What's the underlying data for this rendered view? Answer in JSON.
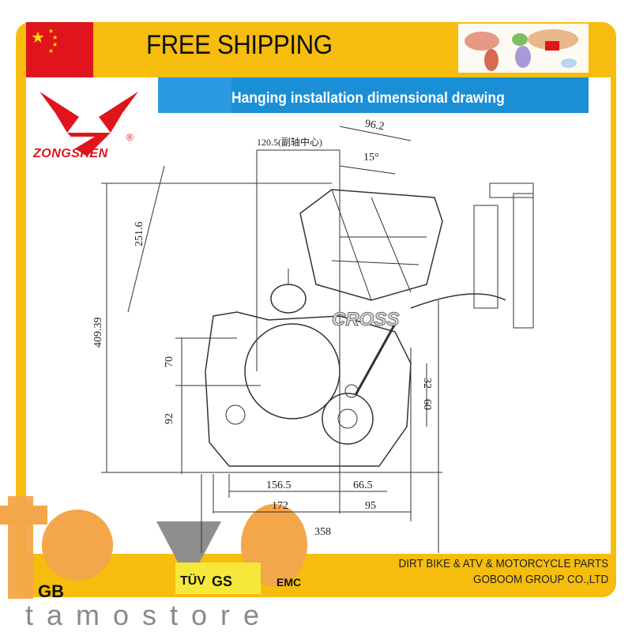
{
  "header": {
    "title": "FREE SHIPPING",
    "flag_icon": "china-flag-icon",
    "map_icon": "world-map-icon"
  },
  "banner": {
    "title": "Hanging installation dimensional drawing"
  },
  "brand": {
    "name": "ZONGSHEN",
    "registered": "®",
    "color": "#e0141c"
  },
  "drawing": {
    "dimensions": {
      "d120": "120.5(副轴中心)",
      "d96": "96.2",
      "angle": "15°",
      "d251": "251.6",
      "d409": "409.39",
      "d70": "70",
      "d92": "92",
      "d32": "32",
      "d60": "60",
      "d156": "156.5",
      "d66": "66.5",
      "d172": "172",
      "d95": "95",
      "d358": "358"
    },
    "stamp": "CROSS"
  },
  "footer": {
    "line1": "DIRT BIKE & ATV & MOTORCYCLE PARTS",
    "line2": "GOBOOM GROUP CO.,LTD",
    "badges": [
      "GB",
      "TÜV",
      "GS",
      "EMC"
    ]
  },
  "watermark": {
    "store": "tamostore",
    "accent": "#f3a64a"
  },
  "colors": {
    "frame": "#f7bd0e",
    "banner": "#1a8fd6",
    "flag": "#e0141c"
  }
}
